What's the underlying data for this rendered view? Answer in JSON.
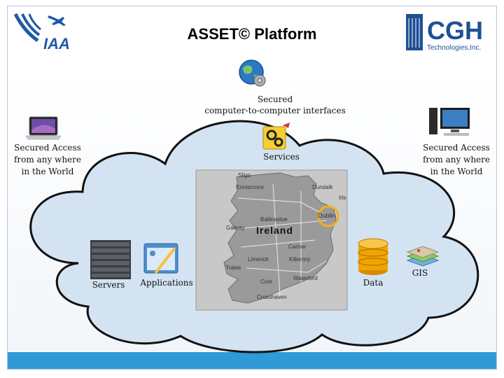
{
  "title": "ASSET© Platform",
  "logos": {
    "left_text": "IAA",
    "right_text": "CGH",
    "right_subtext": "Technologies,Inc."
  },
  "cloud": {
    "top_label": [
      "Secured",
      "computer-to-computer interfaces"
    ],
    "left_label": [
      "Secured Access",
      "from any where",
      "in the World"
    ],
    "right_label": [
      "Secured Access",
      "from any where",
      "in the World"
    ],
    "services_label": "Services",
    "servers_label": "Servers",
    "applications_label": "Applications",
    "data_label": "Data",
    "gis_label": "GIS"
  },
  "map": {
    "country": "Ireland",
    "places": [
      "Sligo",
      "Enniscrone",
      "Dundalk",
      "Galway",
      "Ballinasloe",
      "Dublin",
      "Carlow",
      "Limerick",
      "Kilkenny",
      "Tralee",
      "Cork",
      "Waterford",
      "Crosshaven",
      "Irls"
    ]
  },
  "colors": {
    "footer": "#2f9ad6",
    "cloud_fill": "#d3e3f2",
    "cloud_stroke": "#111111",
    "logo_blue": "#1f5aa6"
  }
}
